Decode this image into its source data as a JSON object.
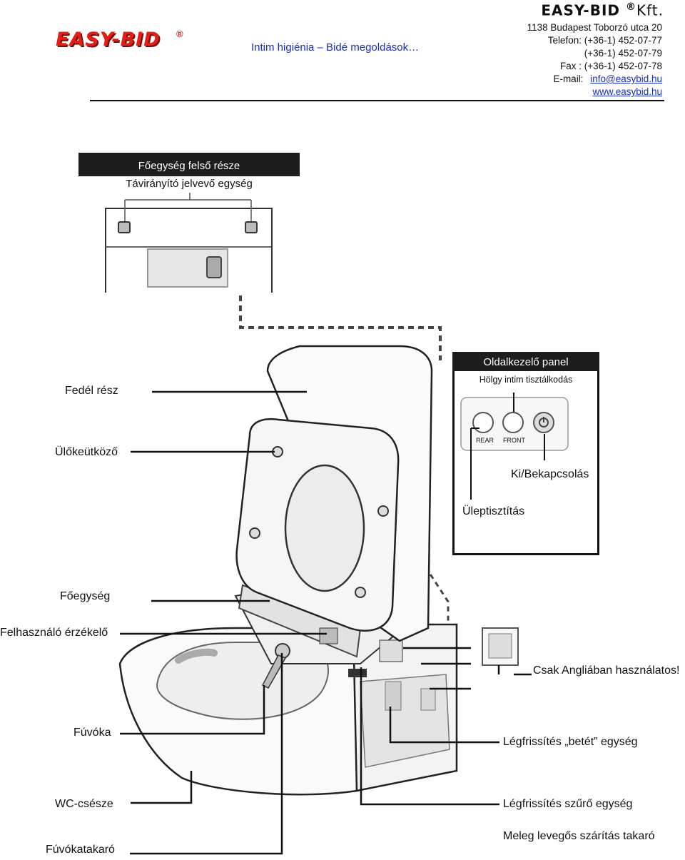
{
  "header": {
    "logo_text": "EASY-BID",
    "logo_reg": "®",
    "tagline": "Intim higiénia – Bidé megoldások…",
    "company_name": "EASY-BID",
    "company_reg": "®",
    "company_suffix": "Kft.",
    "address": "1138 Budapest Toborzó utca 20",
    "phone1": "Telefon: (+36-1) 452-07-77",
    "phone2": "(+36-1) 452-07-79",
    "fax": "Fax : (+36-1) 452-07-78",
    "email_label": "E-mail:",
    "email": "info@easybid.hu",
    "website": "www.easybid.hu",
    "logo_color": "#e32018",
    "link_color": "#1b2fb5"
  },
  "top_panel": {
    "title": "Főegység felső része",
    "subtitle": "Távirányító jelvevő egység"
  },
  "side_panel": {
    "title": "Oldalkezelő panel",
    "subtitle": "Hölgy intim tisztálkodás",
    "button_rear": "REAR",
    "button_front": "FRONT",
    "label_power": "Ki/Bekapcsolás",
    "label_rear": "Üleptisztítás"
  },
  "labels": {
    "lid": "Fedél rész",
    "seat_bumper": "Ülőkeütköző",
    "main_unit": "Főegység",
    "user_sensor": "Felhasználó érzékelő",
    "nozzle": "Fúvóka",
    "bowl": "WC-csésze",
    "nozzle_cover": "Fúvókatakaró",
    "uk_only": "Csak Angliában használatos!",
    "deodorizer_insert": "Légfrissítés „betét” egység",
    "deodorizer_filter": "Légfrissítés szűrő egység",
    "dryer_cover": "Meleg levegős szárítás takaró"
  }
}
